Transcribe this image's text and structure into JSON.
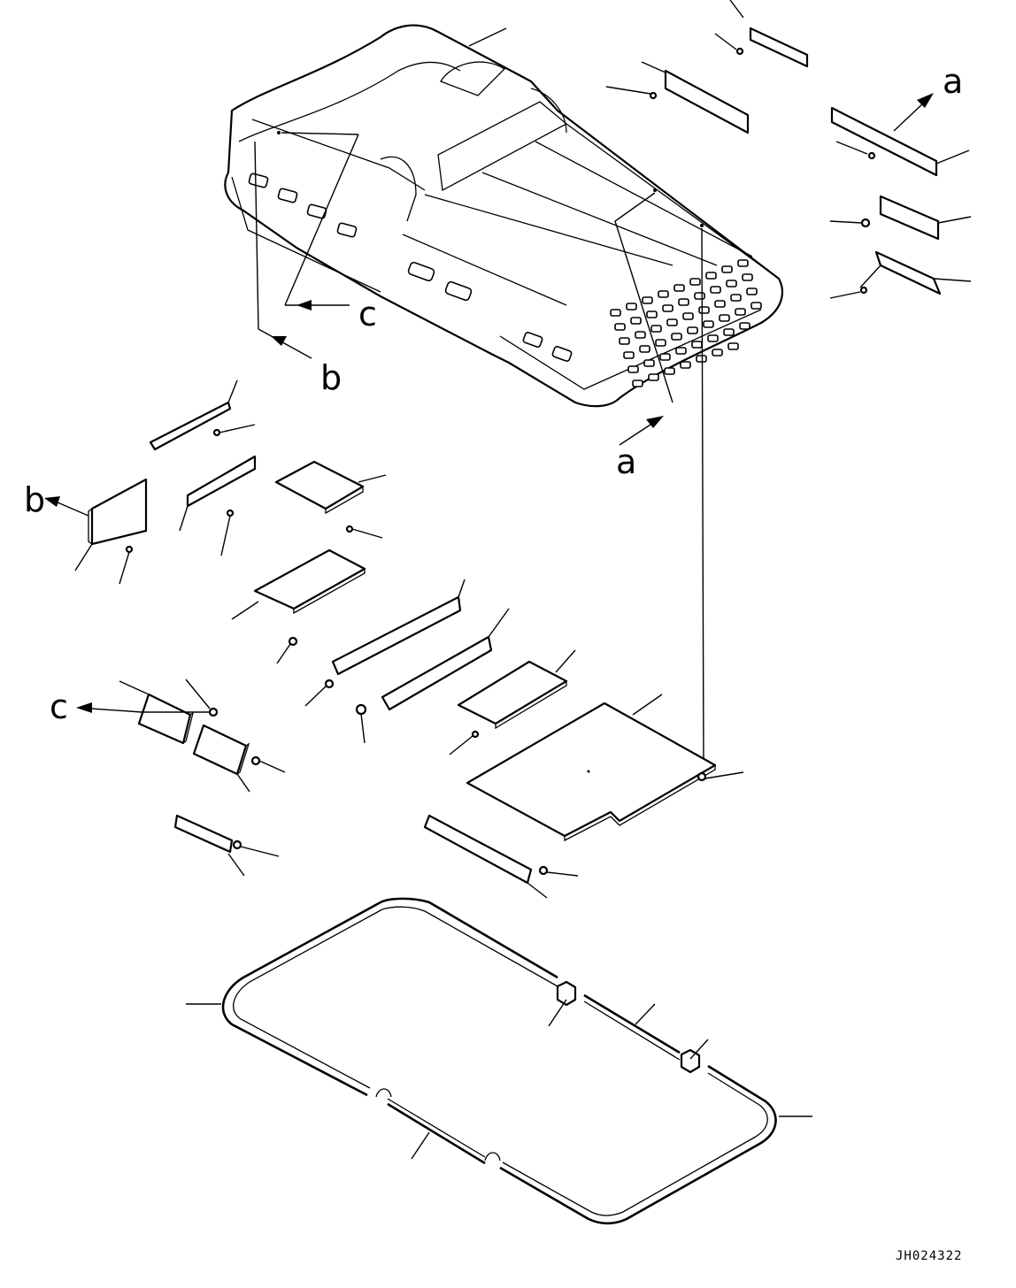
{
  "drawing": {
    "code": "JH024322",
    "view_labels": {
      "a_top": "a",
      "a_bottom": "a",
      "b_top": "b",
      "b_left": "b",
      "c_top": "c",
      "c_left": "c"
    }
  }
}
